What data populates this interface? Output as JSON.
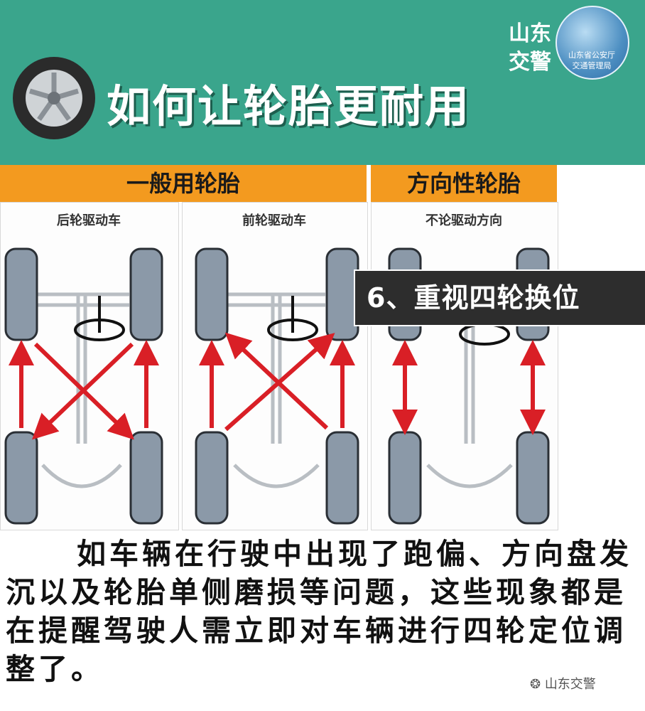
{
  "header": {
    "title": "如何让轮胎更耐用",
    "brand_line1": "山东",
    "brand_line2": "交警",
    "badge_line1": "山东省公安厅",
    "badge_line2": "交通管理局"
  },
  "sections": {
    "general": "一般用轮胎",
    "directional": "方向性轮胎"
  },
  "subtitles": {
    "rwd": "后轮驱动车",
    "fwd": "前轮驱动车",
    "any": "不论驱动方向"
  },
  "banner": "6、重视四轮换位",
  "body": "如车辆在行驶中出现了跑偏、方向盘发沉以及轮胎单侧磨损等问题，这些现象都是在提醒驾驶人需立即对车辆进行四轮定位调整了。",
  "wechat": "山东交警",
  "colors": {
    "header": "#3aa58c",
    "bar": "#f39a1f",
    "arrow": "#d91f26"
  }
}
